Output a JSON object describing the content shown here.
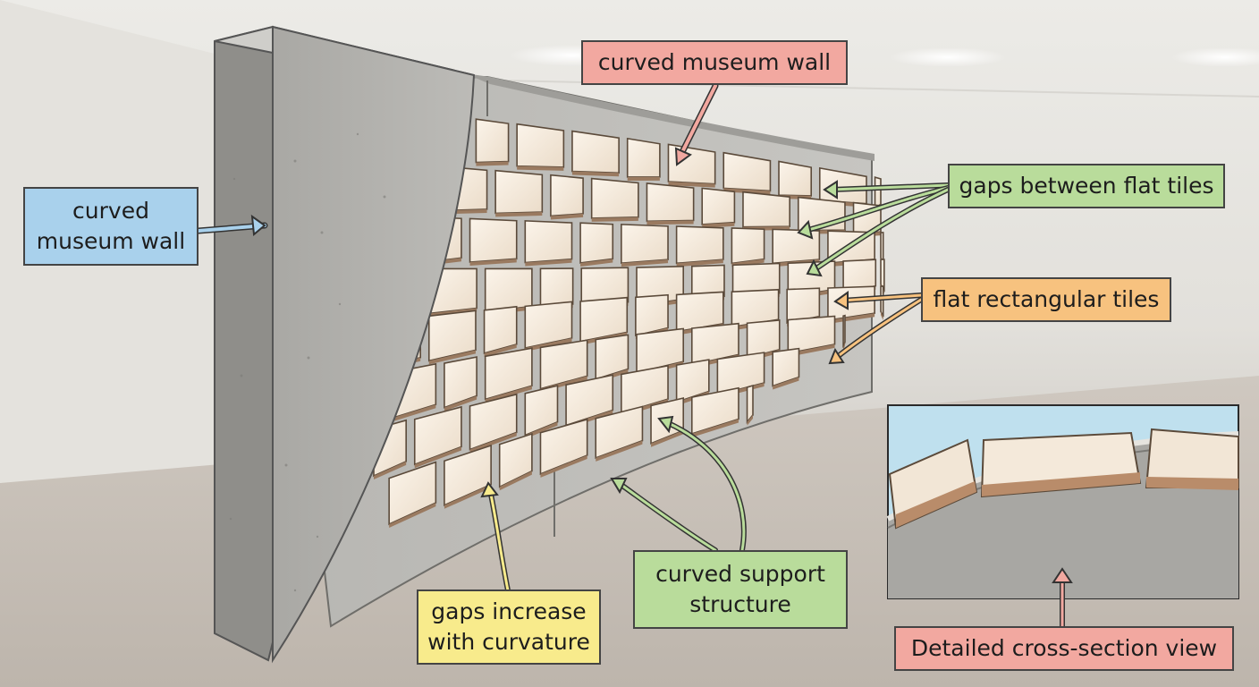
{
  "labels": {
    "wall_left": "curved\nmuseum wall",
    "wall_top": "curved museum wall",
    "gaps_flat": "gaps between flat tiles",
    "flat_tiles": "flat rectangular tiles",
    "gaps_increase": "gaps increase\nwith curvature",
    "support": "curved support\nstructure",
    "cross_section": "Detailed cross-section view"
  },
  "colors": {
    "blue_label": "#a9d1ec",
    "red_label": "#f2a8a0",
    "green_label": "#b9dc9b",
    "orange_label": "#f7c27f",
    "yellow_label": "#f8eb8c",
    "tile": "#f1e4d3",
    "concrete": "#b3b2ae"
  }
}
